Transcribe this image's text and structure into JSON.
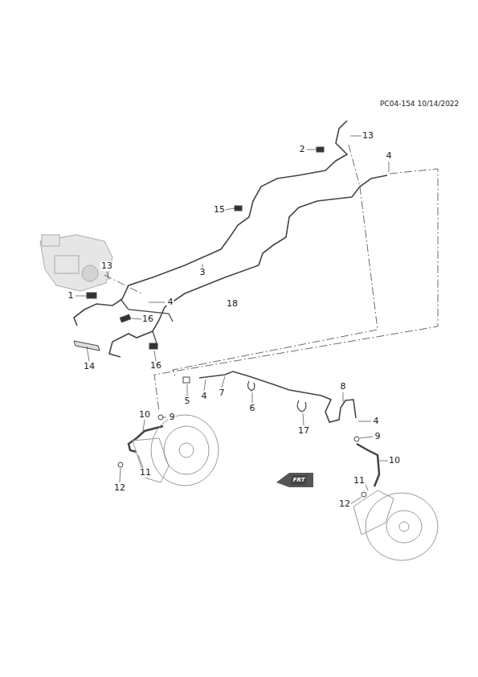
{
  "diagram": {
    "labels": [
      "PC04-154 10/14/2022",
      "13",
      "2",
      "4",
      "15",
      "3",
      "13",
      "1",
      "4",
      "18",
      "16",
      "16",
      "14",
      "5",
      "4",
      "7",
      "6",
      "8",
      "4",
      "17",
      "9",
      "10",
      "9",
      "10",
      "11",
      "12",
      "11",
      "12",
      "FRT"
    ]
  }
}
